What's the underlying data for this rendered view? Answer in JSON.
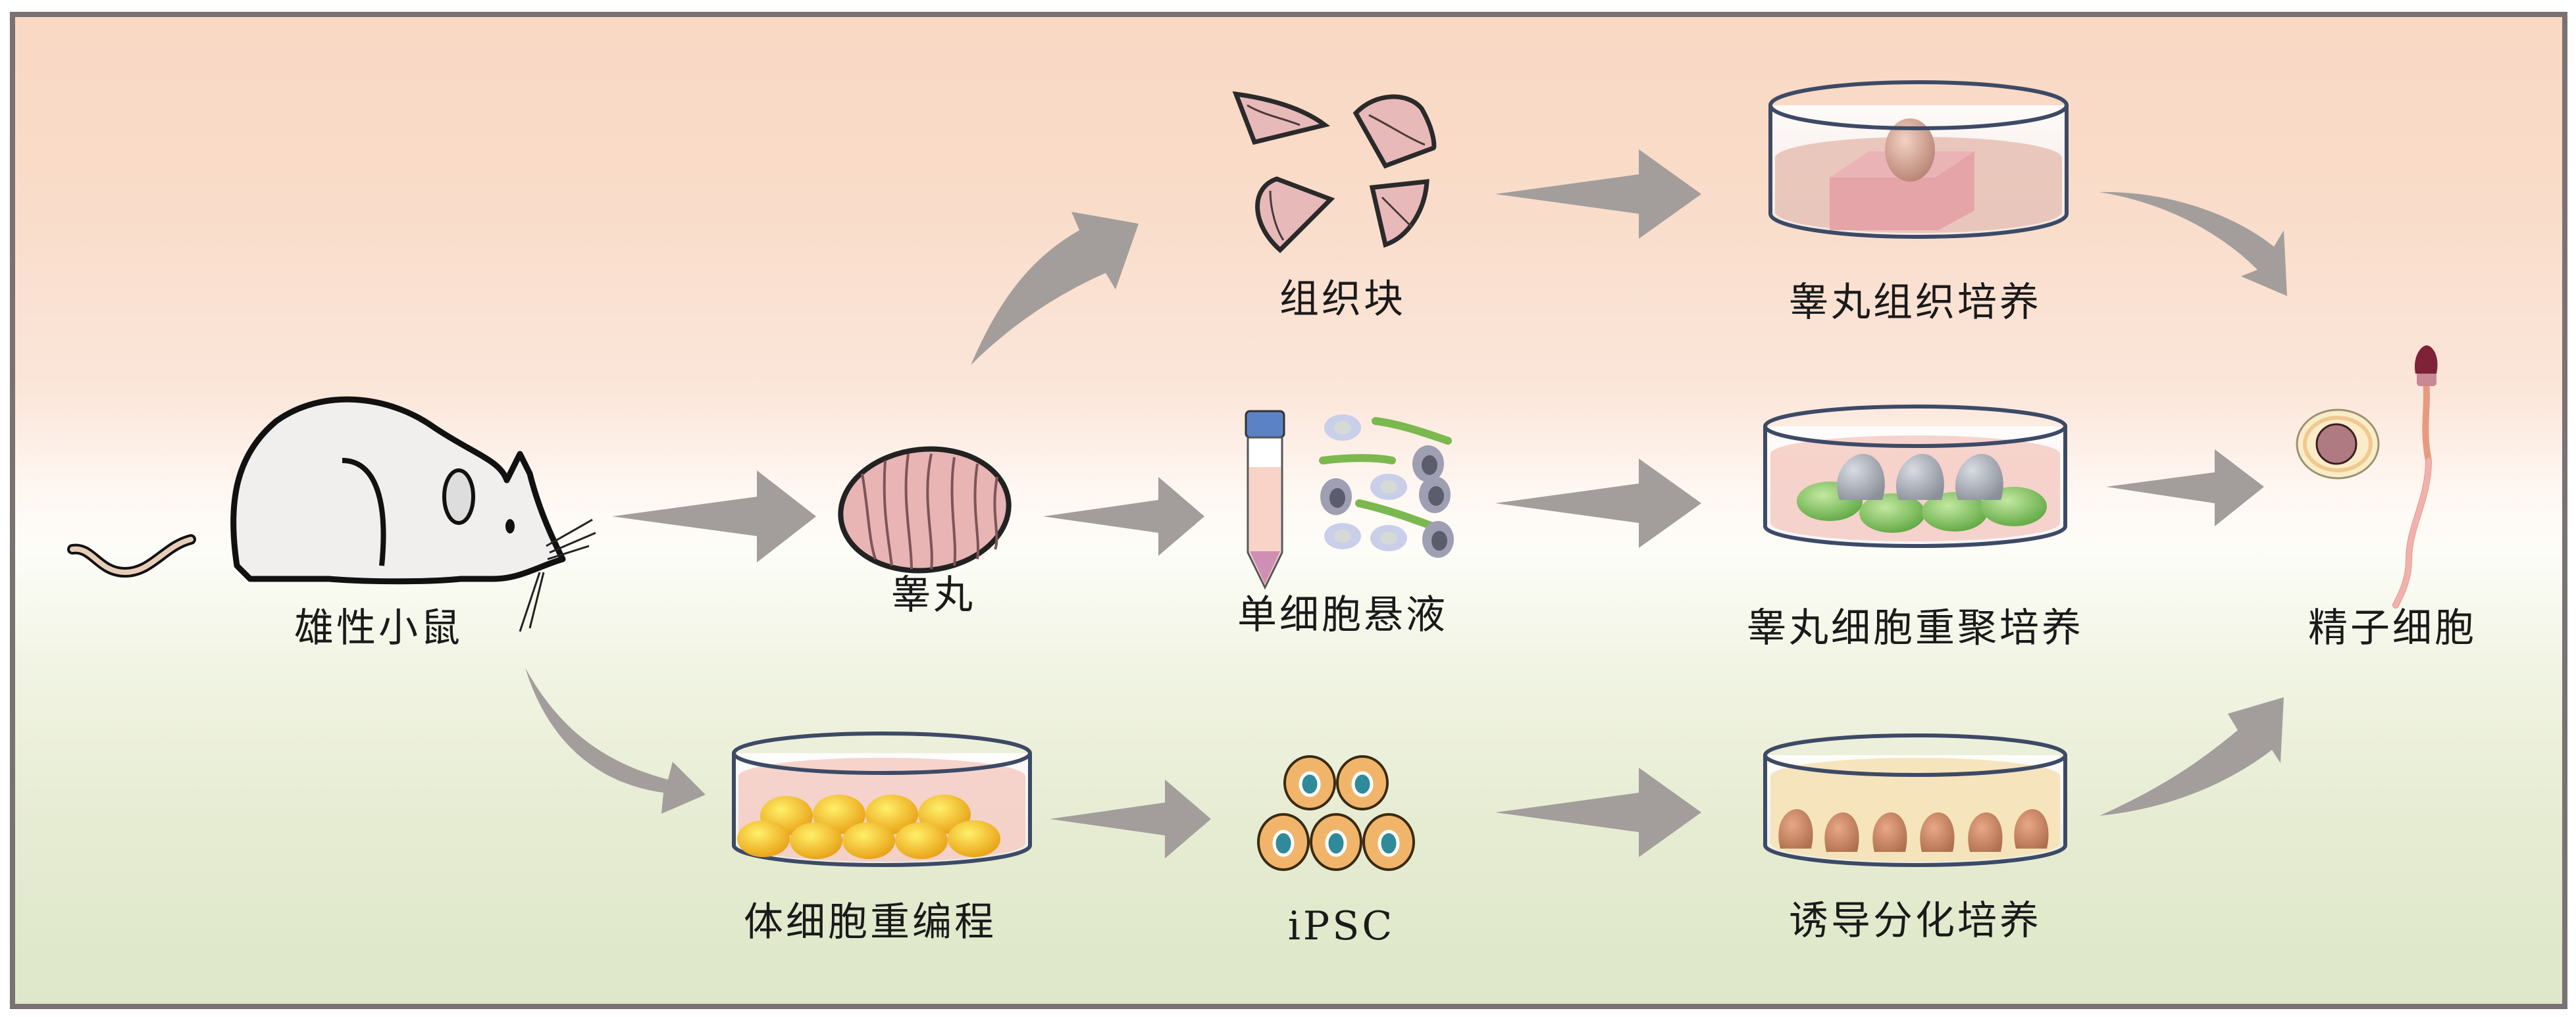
{
  "title": "Mouse spermatogenesis in vitro approaches",
  "colors": {
    "arrow": "#a39e9b",
    "frame_border": "#7a7272",
    "bg_top": "#f9d8c4",
    "bg_bottom": "#dee7c9",
    "tissue_pink": "#e8b9b9",
    "medium_pink": "#f4cfc6",
    "medium_yellow": "#f6e3b8",
    "organoid_green": "#8dc56a",
    "organoid_yellow": "#f2b51c",
    "ipsc_orange": "#f0b56b",
    "ipsc_nucleus": "#2f8a9a",
    "tube_cap": "#5b82c4",
    "sperm_head": "#7d2237"
  },
  "nodes": {
    "mouse": {
      "label": "雄性小鼠",
      "icon": "mouse-icon"
    },
    "testis": {
      "label": "睾丸",
      "icon": "testis-icon"
    },
    "tissue_pieces": {
      "label": "组织块",
      "icon": "tissue-pieces-icon"
    },
    "single_cell_suspension": {
      "label": "单细胞悬液",
      "icon": "tube-and-cells-icon"
    },
    "testis_tissue_culture": {
      "label": "睾丸组织培养",
      "icon": "culture-dish-tissue-icon"
    },
    "testis_cell_reaggregation": {
      "label": "睾丸细胞重聚培养",
      "icon": "culture-dish-reaggregation-icon"
    },
    "somatic_reprogramming": {
      "label": "体细胞重编程",
      "icon": "culture-dish-reprogramming-icon"
    },
    "ipsc": {
      "label": "iPSC",
      "icon": "ipsc-cells-icon"
    },
    "induced_differentiation": {
      "label": "诱导分化培养",
      "icon": "culture-dish-differentiation-icon"
    },
    "sperm_cells": {
      "label": "精子细胞",
      "icon": "sperm-and-round-cell-icon"
    }
  },
  "edges": [
    {
      "from": "mouse",
      "to": "testis"
    },
    {
      "from": "mouse",
      "to": "somatic_reprogramming"
    },
    {
      "from": "testis",
      "to": "tissue_pieces"
    },
    {
      "from": "testis",
      "to": "single_cell_suspension"
    },
    {
      "from": "tissue_pieces",
      "to": "testis_tissue_culture"
    },
    {
      "from": "single_cell_suspension",
      "to": "testis_cell_reaggregation"
    },
    {
      "from": "somatic_reprogramming",
      "to": "ipsc"
    },
    {
      "from": "ipsc",
      "to": "induced_differentiation"
    },
    {
      "from": "testis_tissue_culture",
      "to": "sperm_cells"
    },
    {
      "from": "testis_cell_reaggregation",
      "to": "sperm_cells"
    },
    {
      "from": "induced_differentiation",
      "to": "sperm_cells"
    }
  ]
}
